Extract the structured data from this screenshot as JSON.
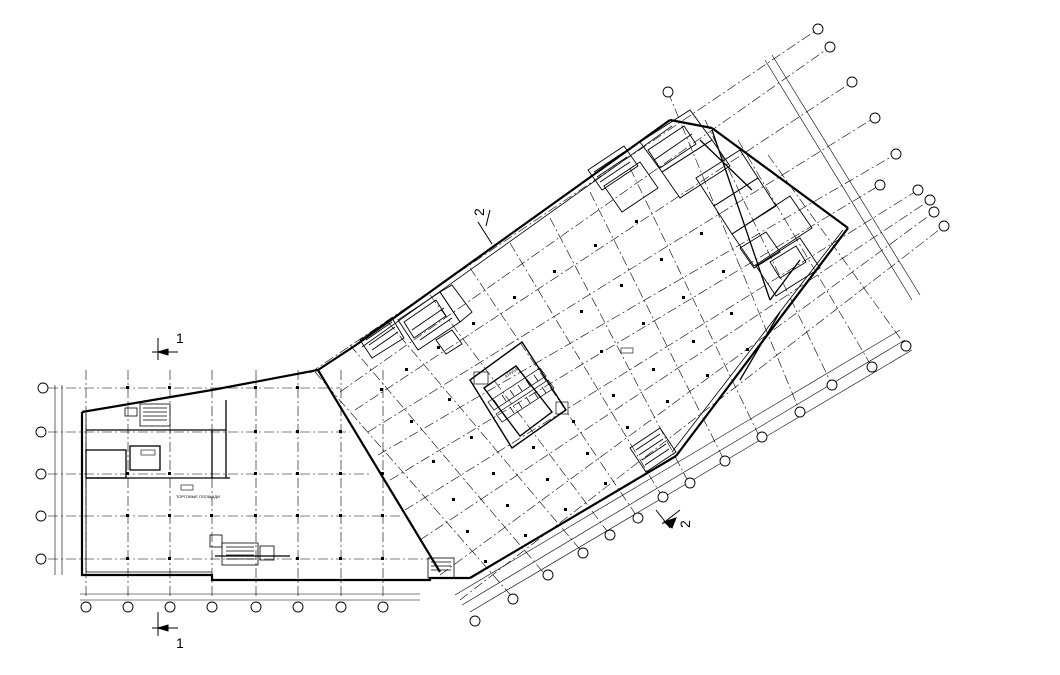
{
  "drawing": {
    "room_label": "ТОРГОВЫЕ ПЛОЩАДИ",
    "atrium_label": "АТРИУМ",
    "section_1_top": "1",
    "section_1_bottom": "1",
    "section_2_top": "2",
    "section_2_bottom": "2"
  },
  "colors": {
    "line": "#000000",
    "background": "#ffffff"
  }
}
